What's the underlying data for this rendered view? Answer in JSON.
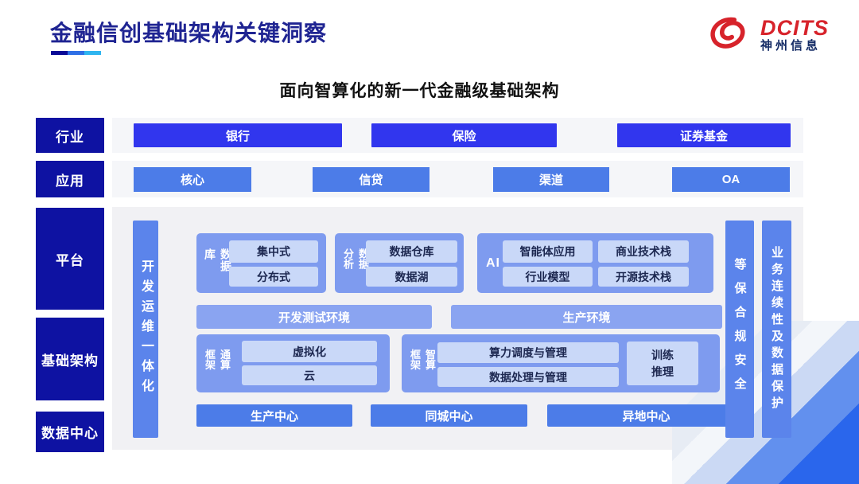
{
  "slide": {
    "title": "金融信创基础架构关键洞察",
    "subtitle": "面向智算化的新一代金融级基础架构",
    "logo": {
      "brand": "DCITS",
      "company": "神州信息"
    }
  },
  "layers": {
    "industry": {
      "label": "行业",
      "items": [
        "银行",
        "保险",
        "证券基金"
      ]
    },
    "application": {
      "label": "应用",
      "items": [
        "核心",
        "信贷",
        "渠道",
        "OA"
      ]
    },
    "platform": {
      "label": "平台"
    },
    "infrastructure": {
      "label": "基础架构"
    },
    "datacenter": {
      "label": "数据中心"
    }
  },
  "diagram": {
    "devops_bar": "开发运维一体化",
    "database_group": {
      "label": "数据库",
      "items": [
        "集中式",
        "分布式"
      ]
    },
    "analytics_group": {
      "label": "数据分析",
      "items": [
        "数据仓库",
        "数据湖"
      ]
    },
    "ai_group": {
      "label": "AI",
      "items": [
        "智能体应用",
        "商业技术栈",
        "行业模型",
        "开源技术栈"
      ]
    },
    "env_bars": [
      "开发测试环境",
      "生产环境"
    ],
    "general_compute_group": {
      "label": "通算框架",
      "items": [
        "虚拟化",
        "云"
      ]
    },
    "intelligent_compute_group": {
      "label": "智算框架",
      "items": [
        "算力调度与管理",
        "数据处理与管理"
      ],
      "side_item": "训练推理"
    },
    "centers": [
      "生产中心",
      "同城中心",
      "异地中心"
    ],
    "security_bar": "等保合规安全",
    "continuity_bar": "业务连续性及数据保护"
  },
  "colors": {
    "title_navy": "#1F2492",
    "label_navy": "#0E12A2",
    "industry_blue": "#3136EE",
    "app_blue": "#4C7CE8",
    "side_bar_blue": "#5B84EB",
    "group_blue": "#7E9BEF",
    "env_bar_blue": "#8AA4F1",
    "light_box_blue": "#C9D8F8",
    "panel_gray": "#F1F1F4",
    "logo_red": "#D7232B",
    "underline": [
      "#0A0A96",
      "#2E6FE6",
      "#2FB5F0"
    ]
  }
}
